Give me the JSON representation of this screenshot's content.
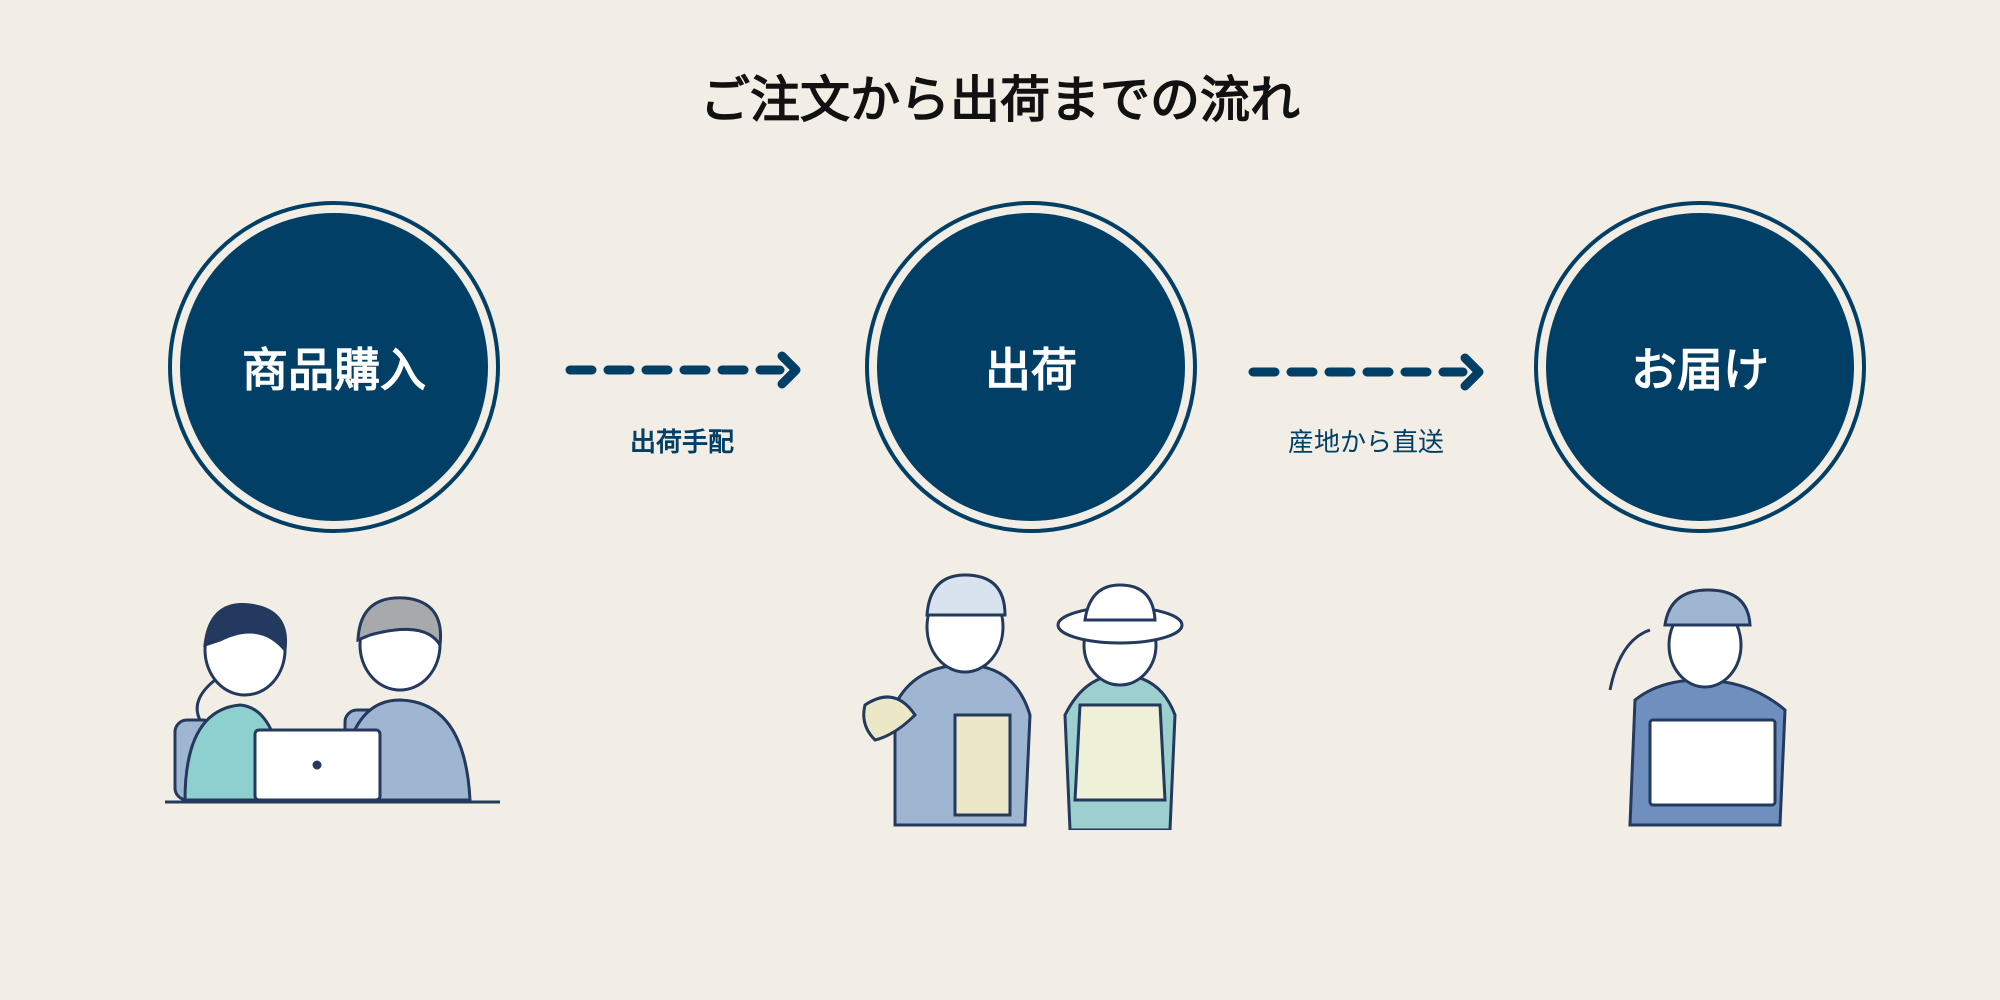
{
  "title": "ご注文から出荷までの流れ",
  "steps": [
    {
      "label": "商品購入"
    },
    {
      "label": "出荷"
    },
    {
      "label": "お届け"
    }
  ],
  "connectors": [
    {
      "label": "出荷手配"
    },
    {
      "label": "産地から直送"
    }
  ],
  "colors": {
    "navy": "#023f66",
    "background": "#f3eee5"
  }
}
